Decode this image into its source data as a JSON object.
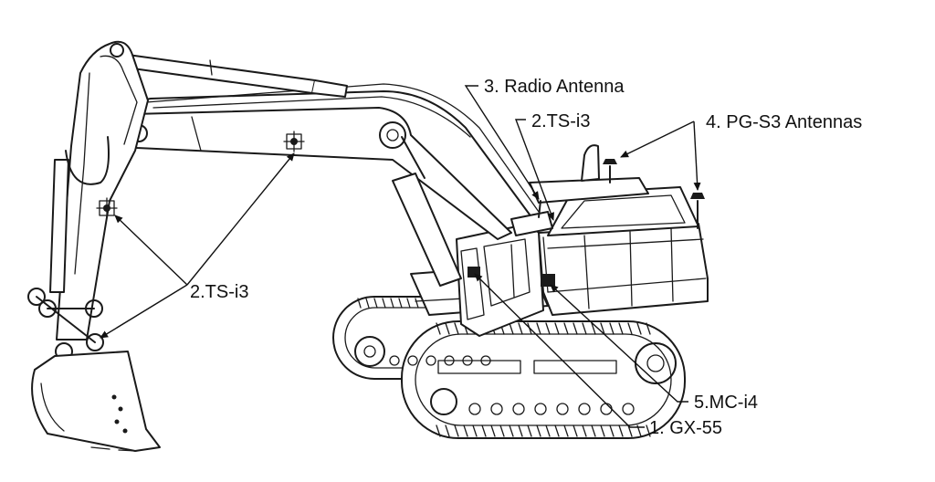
{
  "diagram": {
    "subject": "hydraulic excavator sensor placement",
    "labels": {
      "radio_antenna": "3. Radio Antenna",
      "ts_cab": "2.TS-i3",
      "pg_antennas": "4. PG-S3 Antennas",
      "ts_arm": "2.TS-i3",
      "mc": "5.MC-i4",
      "gx": "1. GX-55"
    },
    "colors": {
      "ink": "#1a1a1a",
      "background": "#ffffff"
    },
    "icons": [
      "tilt-sensor-icon",
      "antenna-icon"
    ]
  }
}
